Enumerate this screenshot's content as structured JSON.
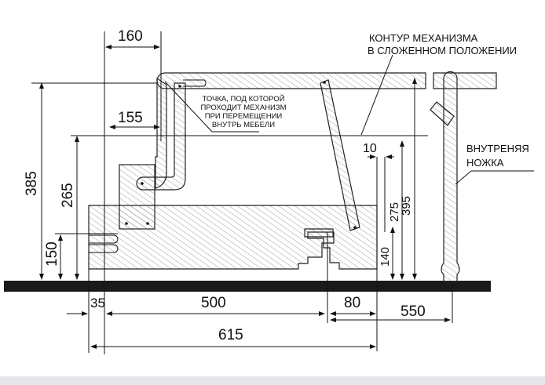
{
  "labels": {
    "folded_contour": [
      "КОНТУР МЕХАНИЗМА",
      "В СЛОЖЕННОМ ПОЛОЖЕНИИ"
    ],
    "pass_point": [
      "ТОЧКА, ПОД КОТОРОЙ",
      "ПРОХОДИТ МЕХАНИЗМ",
      "ПРИ ПЕРЕМЕЩЕНИИ",
      "ВНУТРЬ МЕБЕЛИ"
    ],
    "inner_leg": [
      "ВНУТРЕНЯЯ",
      "НОЖКА"
    ]
  },
  "dimensions": {
    "d160": "160",
    "d155": "155",
    "d385": "385",
    "d265": "265",
    "d150": "150",
    "d10": "10",
    "d275": "275",
    "d395": "395",
    "d140": "140",
    "d35": "35",
    "d500": "500",
    "d80": "80",
    "d550": "550",
    "d615": "615"
  }
}
